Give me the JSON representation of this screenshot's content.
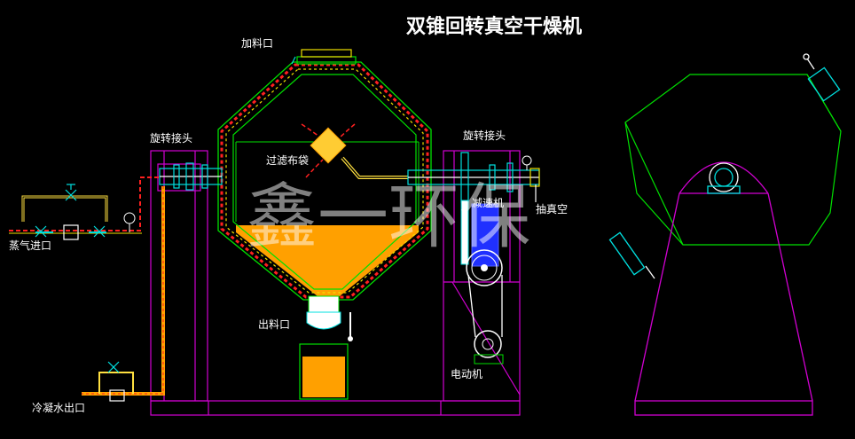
{
  "title": "双锥回转真空干燥机",
  "watermark": "鑫一环保",
  "labels": {
    "feed_port": "加料口",
    "rotary_joint_left": "旋转接头",
    "rotary_joint_right": "旋转接头",
    "filter_bag": "过滤布袋",
    "reducer": "减速机",
    "vacuum": "抽真空",
    "steam_inlet": "蒸气进口",
    "discharge_port": "出料口",
    "motor": "电动机",
    "condensate_outlet": "冷凝水出口"
  },
  "colors": {
    "background": "#000000",
    "frame": "#d200d2",
    "shell": "#00e000",
    "jacket_red": "#ff2020",
    "insulation_yellow": "#f0e000",
    "material": "#ffa000",
    "pipe_yellow": "#ffe040",
    "cyan": "#00e0e0",
    "motor_blue": "#2030ff",
    "text": "#ffffff"
  }
}
